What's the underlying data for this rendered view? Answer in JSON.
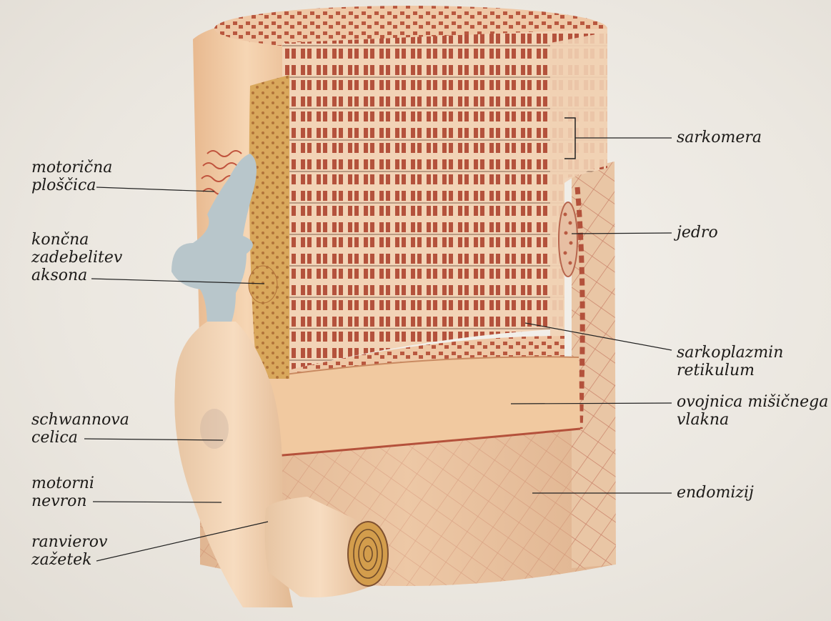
{
  "labels_left": {
    "motor_plate": [
      "motorična",
      "ploščica"
    ],
    "axon_terminal": [
      "končna",
      "zadebelitev",
      "aksona"
    ],
    "schwann_cell": [
      "schwannova",
      "celica"
    ],
    "motor_neuron": [
      "motorni",
      "nevron"
    ],
    "ranvier": [
      "ranvierov",
      "zažetek"
    ]
  },
  "labels_right": {
    "sarcomere": "sarkomera",
    "nucleus": "jedro",
    "sr": [
      "sarkoplazmin",
      "retikulum"
    ],
    "sheath": [
      "ovojnica mišičnega",
      "vlakna"
    ],
    "endomysium": "endomizij"
  },
  "colors": {
    "muscle_cream": "#f0c9a2",
    "myofibril_red": "#b8553f",
    "nerve_blue": "#b9c7cc",
    "endomysium": "#e8c5a4",
    "sheath_yellow": "#d9a85c"
  }
}
